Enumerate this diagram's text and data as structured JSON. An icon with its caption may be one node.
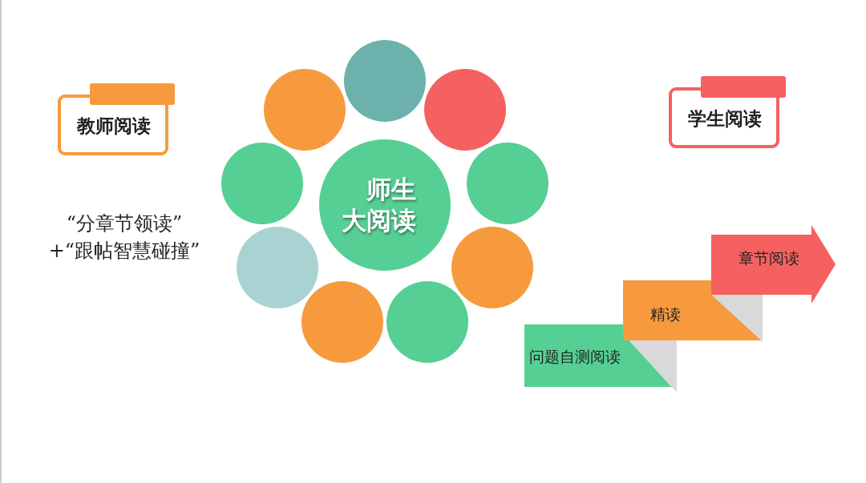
{
  "diagram": {
    "nodes": [
      {
        "text": [
          "教师阅读"
        ]
      },
      {
        "text": [
          "学生阅读"
        ]
      },
      {
        "text": [
          "师生大阅读"
        ]
      },
      {
        "text": [],
        "shape": "circle"
      },
      {
        "text": [],
        "shape": "circle"
      },
      {
        "text": [],
        "shape": "circle"
      },
      {
        "text": [],
        "shape": "circle"
      },
      {
        "text": [],
        "shape": "circle"
      },
      {
        "text": [],
        "shape": "circle"
      },
      {
        "text": [],
        "shape": "circle"
      },
      {
        "text": [],
        "shape": "circle"
      },
      {
        "text": [],
        "shape": "circle"
      },
      {
        "text": [
          "问题自测阅读"
        ]
      },
      {
        "text": [
          "精读"
        ]
      },
      {
        "text": [
          "章节阅读"
        ]
      }
    ],
    "edges": [],
    "labels": [
      "“分章节领读” +“跟帖智慧碰撞”"
    ]
  }
}
